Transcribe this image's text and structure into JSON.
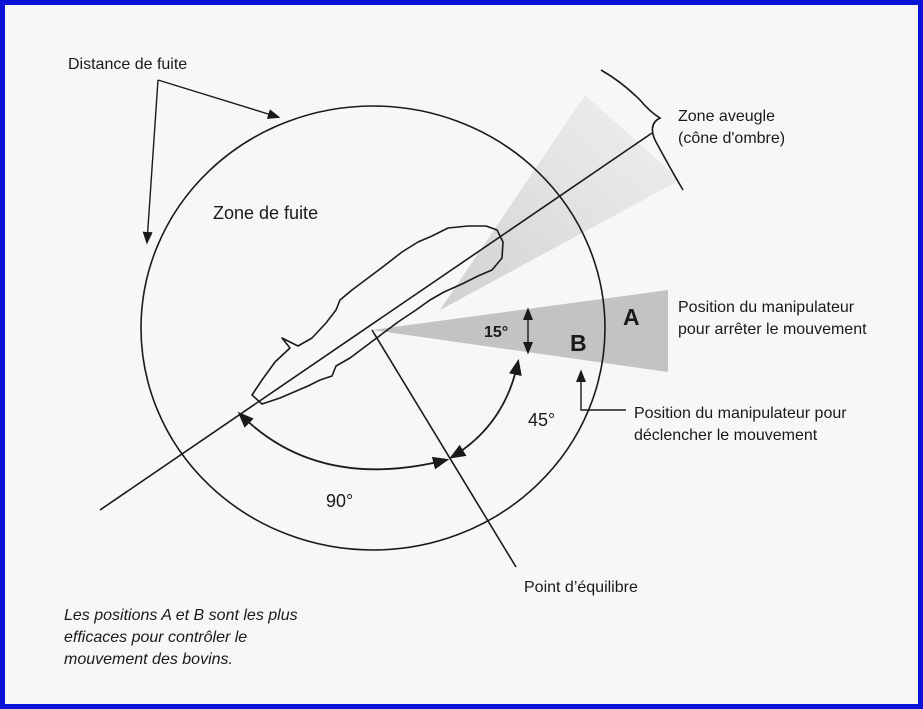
{
  "labels": {
    "distance_de_fuite": "Distance de fuite",
    "zone_aveugle_line1": "Zone aveugle",
    "zone_aveugle_line2": "(cône d'ombre)",
    "zone_de_fuite": "Zone de fuite",
    "position_a_line1": "Position du manipulateur",
    "position_a_line2": "pour arrêter le mouvement",
    "position_b_line1": "Position du manipulateur pour",
    "position_b_line2": "déclencher le mouvement",
    "letter_a": "A",
    "letter_b": "B",
    "angle_15": "15°",
    "angle_45": "45°",
    "angle_90": "90°",
    "point_equilibre": "Point d’équilibre"
  },
  "note": {
    "line1": "Les positions A et B sont les plus",
    "line2": "efficaces pour contrôler le",
    "line3": "mouvement des bovins."
  },
  "colors": {
    "border": "#0a14d6",
    "ink": "#1a1a1a",
    "shade": "#bdbdbd"
  }
}
